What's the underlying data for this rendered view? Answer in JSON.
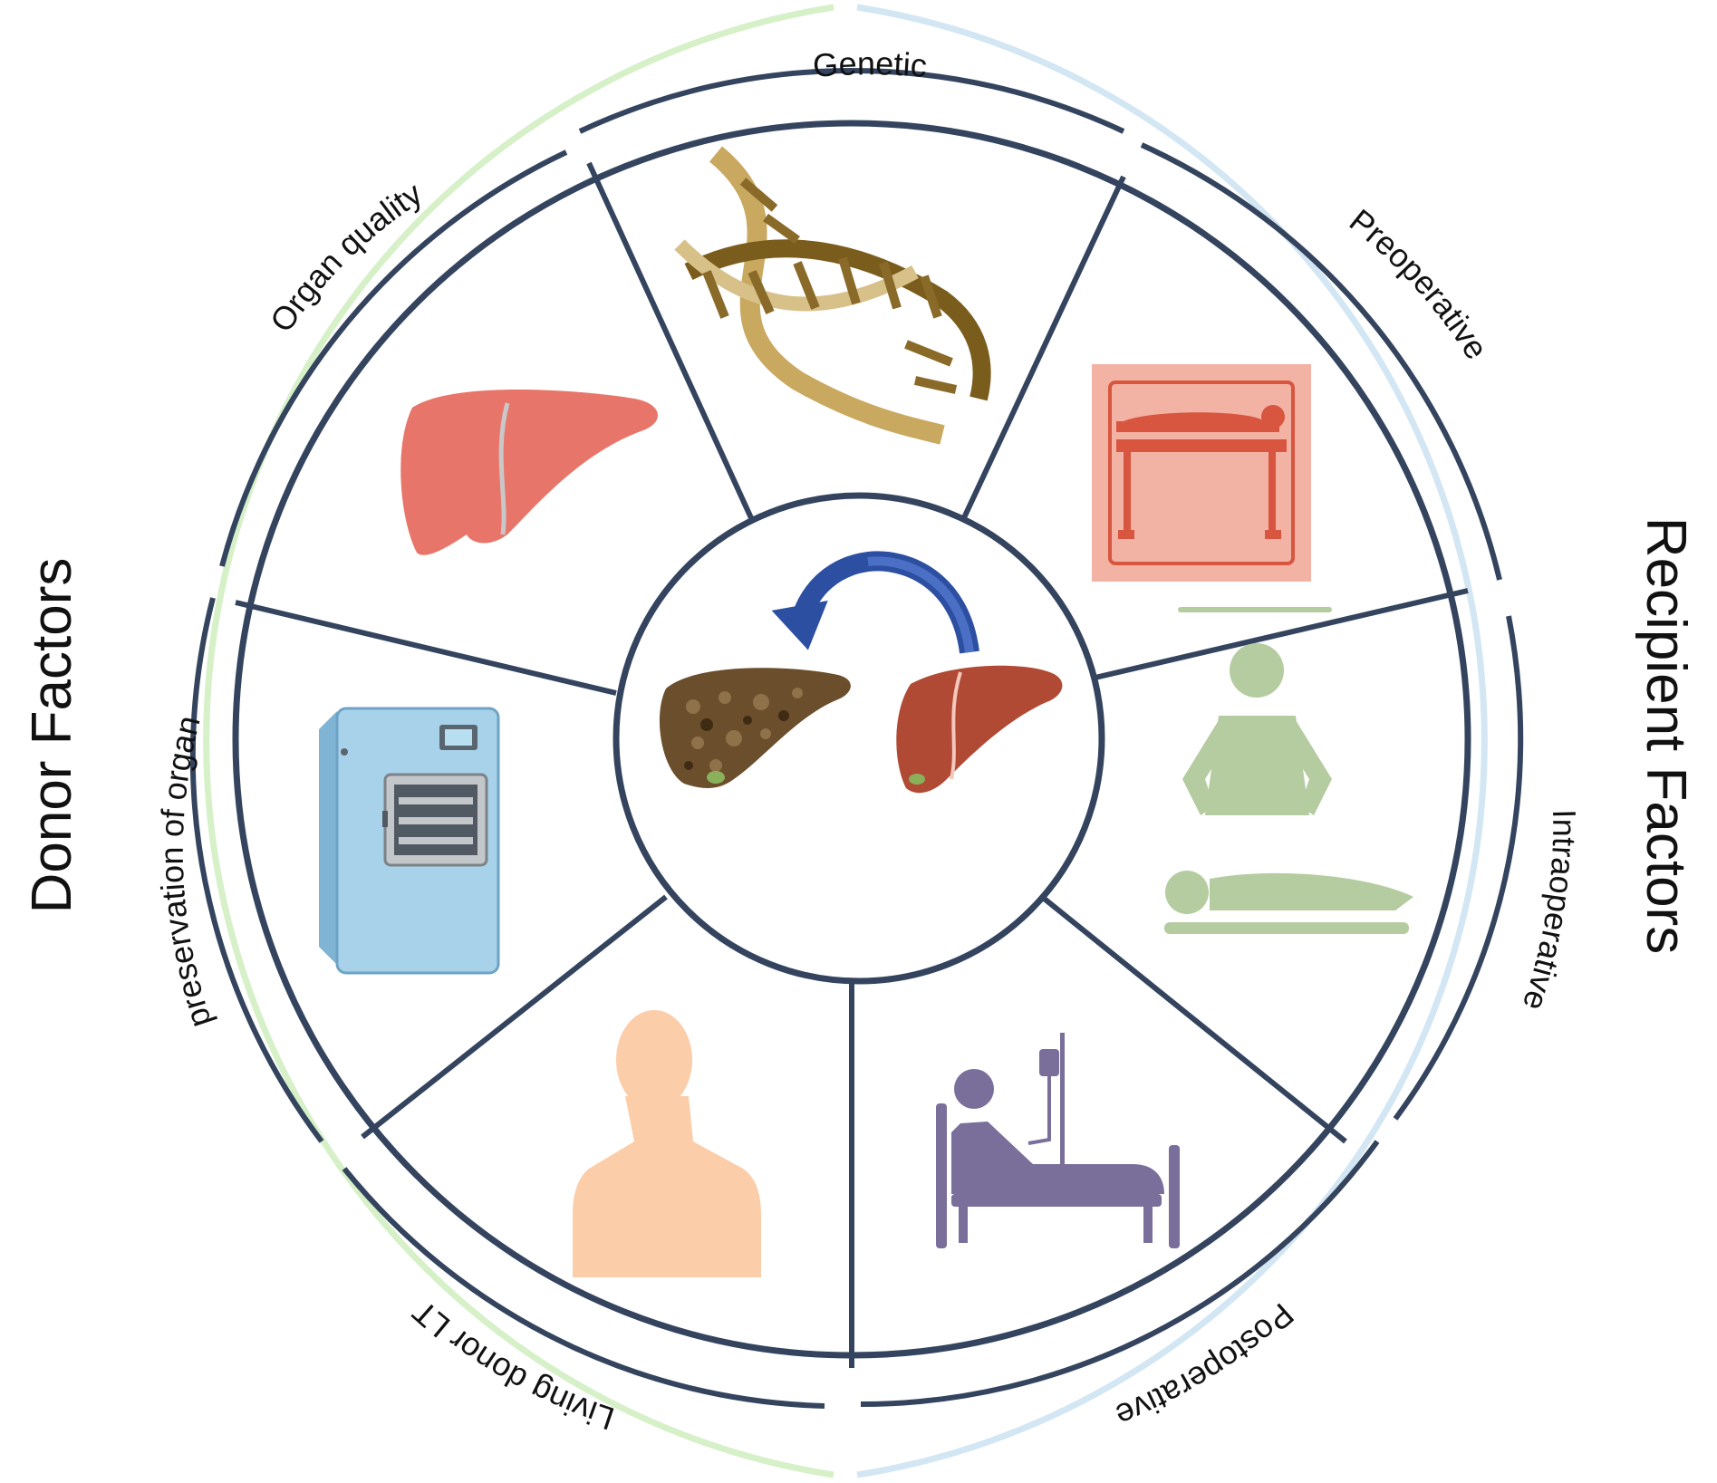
{
  "diagram": {
    "side_titles": {
      "donor": "Donor Factors",
      "recipient": "Recipient Factors"
    },
    "segments": [
      {
        "id": "genetic",
        "label": "Genetic",
        "icon": "dna-icon"
      },
      {
        "id": "preoperative",
        "label": "Preoperative",
        "icon": "operating-table-icon"
      },
      {
        "id": "intraoperative",
        "label": "Intraoperative",
        "icon": "surgeon-operating-icon"
      },
      {
        "id": "postoperative",
        "label": "Postoperative",
        "icon": "hospital-bed-patient-icon"
      },
      {
        "id": "living-donor",
        "label": "Living donor LT",
        "icon": "human-torso-icon"
      },
      {
        "id": "preservation",
        "label": "preservation of organ",
        "icon": "preservation-machine-icon"
      },
      {
        "id": "organ-quality",
        "label": "Organ quality",
        "icon": "liver-icon"
      }
    ],
    "center": {
      "icons": [
        "curved-arrow-icon",
        "diseased-liver-icon",
        "healthy-liver-icon"
      ]
    },
    "colors": {
      "ring_navy": "#34445e",
      "donor_arc": "#d6f0c8",
      "recipient_arc": "#d3e6f3"
    }
  }
}
